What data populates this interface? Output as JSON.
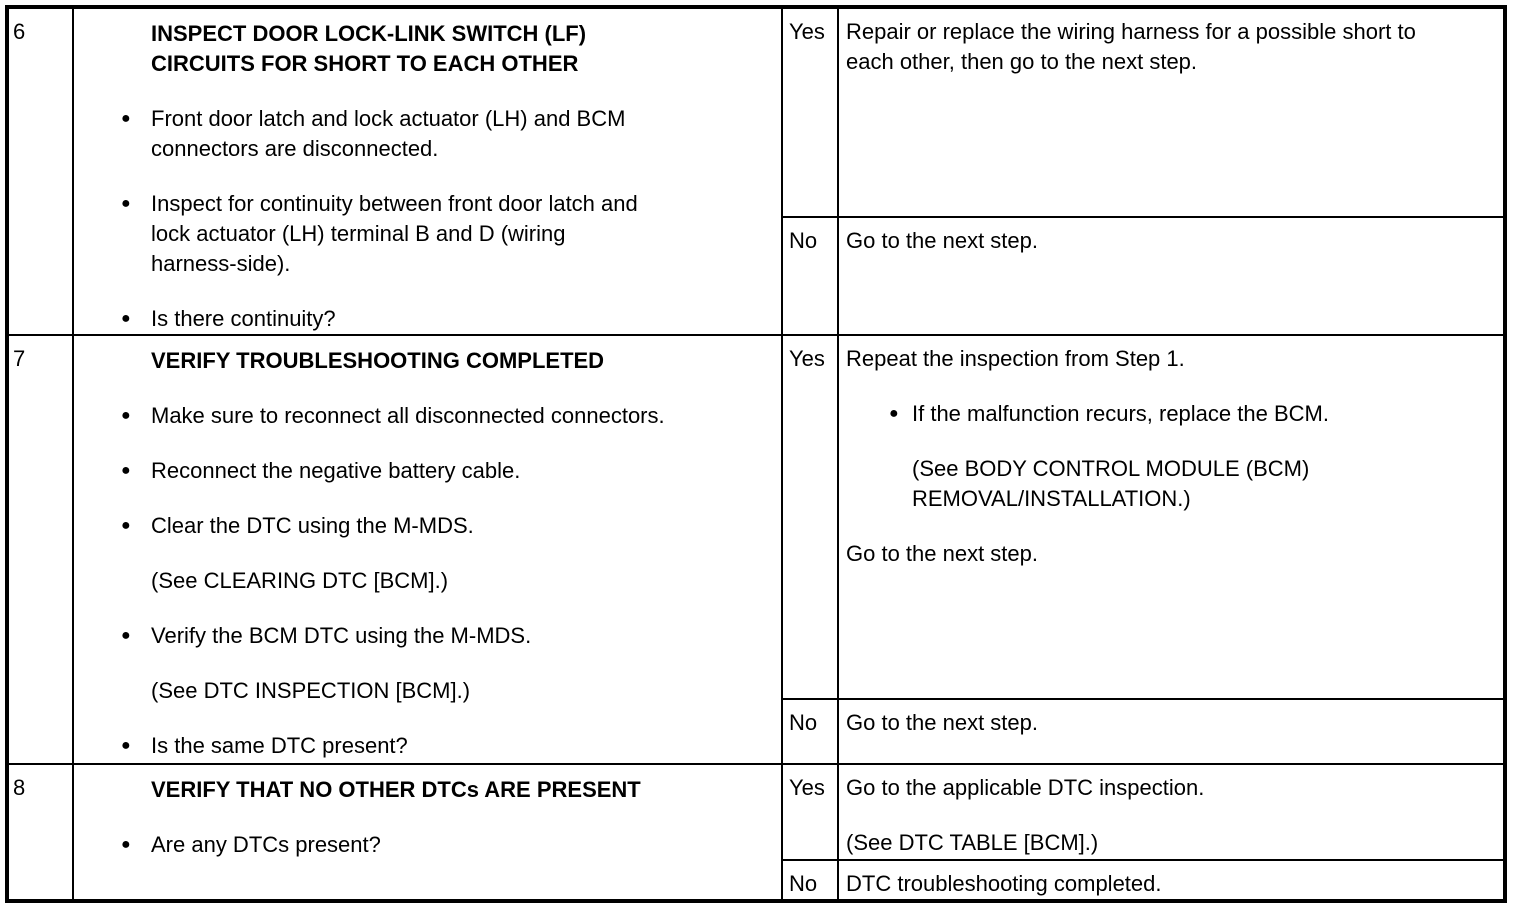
{
  "colors": {
    "border": "#000000",
    "text": "#000000",
    "background": "#ffffff"
  },
  "icons": {
    "bullet": "●"
  },
  "table": {
    "rows": [
      {
        "step": "6",
        "procedure": {
          "title": "INSPECT DOOR LOCK-LINK SWITCH (LF)\nCIRCUITS FOR SHORT TO EACH OTHER",
          "items": [
            {
              "type": "bullet",
              "text": "Front door latch and lock actuator (LH) and BCM\nconnectors are disconnected."
            },
            {
              "type": "bullet",
              "text": "Inspect for continuity between front door latch and\nlock actuator (LH) terminal B and D (wiring\nharness-side)."
            },
            {
              "type": "bullet",
              "text": "Is there continuity?"
            }
          ]
        },
        "results": [
          {
            "answer": "Yes",
            "items": [
              {
                "type": "plain",
                "text": "Repair or replace the wiring harness for a possible short to\neach other, then go to the next step."
              }
            ]
          },
          {
            "answer": "No",
            "items": [
              {
                "type": "plain",
                "text": "Go to the next step."
              }
            ]
          }
        ]
      },
      {
        "step": "7",
        "procedure": {
          "title": "VERIFY TROUBLESHOOTING COMPLETED",
          "items": [
            {
              "type": "bullet",
              "text": "Make sure to reconnect all disconnected connectors."
            },
            {
              "type": "bullet",
              "text": "Reconnect the negative battery cable."
            },
            {
              "type": "bullet",
              "text": "Clear the DTC using the M-MDS."
            },
            {
              "type": "note",
              "text": "(See CLEARING DTC [BCM].)"
            },
            {
              "type": "bullet",
              "text": "Verify the BCM DTC using the M-MDS."
            },
            {
              "type": "note",
              "text": "(See DTC INSPECTION [BCM].)"
            },
            {
              "type": "bullet",
              "text": "Is the same DTC present?"
            }
          ]
        },
        "results": [
          {
            "answer": "Yes",
            "items": [
              {
                "type": "plain",
                "text": "Repeat the inspection from Step 1."
              },
              {
                "type": "bullet",
                "text": "If the malfunction recurs, replace the BCM."
              },
              {
                "type": "note",
                "text": "(See BODY CONTROL MODULE (BCM)\nREMOVAL/INSTALLATION.)"
              },
              {
                "type": "plain",
                "text": "Go to the next step."
              }
            ]
          },
          {
            "answer": "No",
            "items": [
              {
                "type": "plain",
                "text": "Go to the next step."
              }
            ]
          }
        ]
      },
      {
        "step": "8",
        "procedure": {
          "title": "VERIFY THAT NO OTHER DTCs ARE PRESENT",
          "items": [
            {
              "type": "bullet",
              "text": "Are any DTCs present?"
            }
          ]
        },
        "results": [
          {
            "answer": "Yes",
            "items": [
              {
                "type": "plain",
                "text": "Go to the applicable DTC inspection."
              },
              {
                "type": "plain",
                "text": "(See DTC TABLE [BCM].)"
              }
            ]
          },
          {
            "answer": "No",
            "items": [
              {
                "type": "plain",
                "text": "DTC troubleshooting completed."
              }
            ]
          }
        ]
      }
    ]
  }
}
